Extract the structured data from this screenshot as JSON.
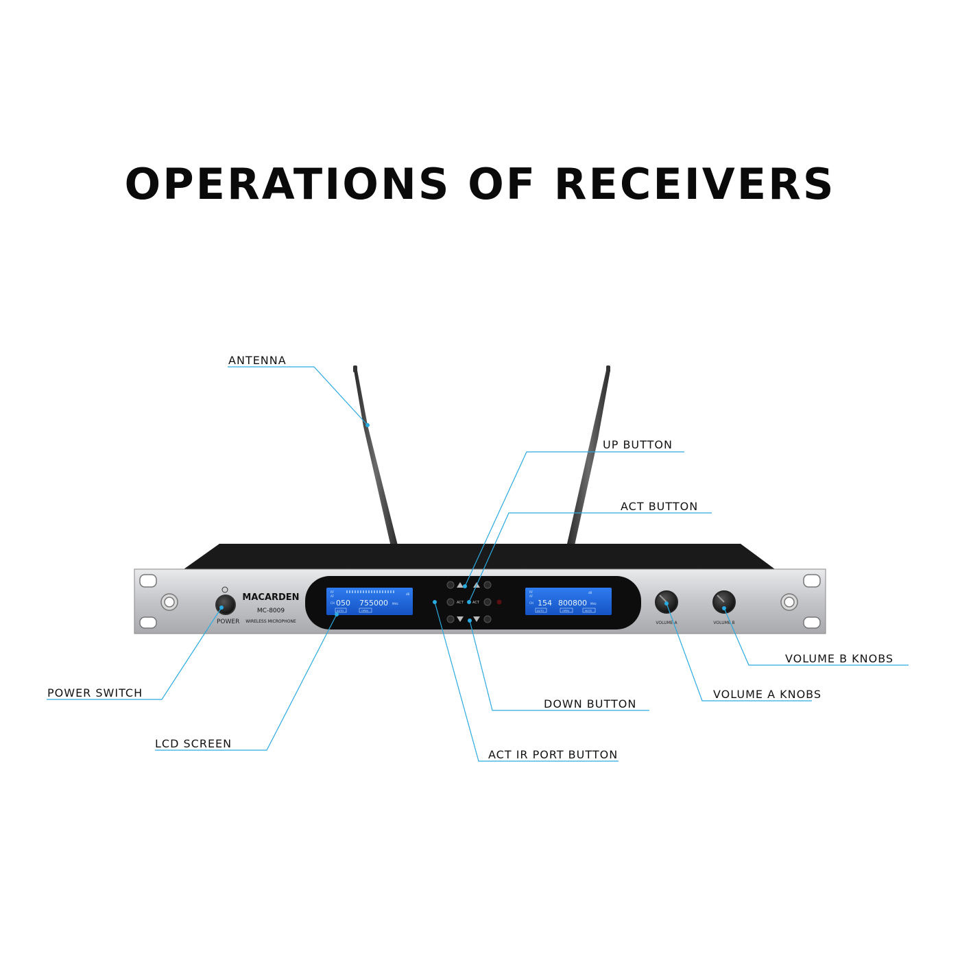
{
  "title": "OPERATIONS OF RECEIVERS",
  "device": {
    "brand": "MACARDEN",
    "model": "MC-8009",
    "subtitle": "WIRELESS MICROPHONE",
    "power_label": "POWER",
    "act_label": "ACT",
    "volume_a_label": "VOLUME A",
    "volume_b_label": "VOLUME B",
    "lcd_a": {
      "channel": "050",
      "frequency": "755000",
      "unit": "MHz",
      "status1": "AUTO",
      "status2": "OPEN",
      "rf": "RF",
      "af": "AF",
      "ch": "CH",
      "db": "dB"
    },
    "lcd_b": {
      "channel": "154",
      "frequency": "800800",
      "unit": "MHz",
      "status1": "AUTO",
      "status2": "OPEN",
      "status3": "MUTE",
      "rf": "RF",
      "af": "AF",
      "ch": "CH",
      "db": "dB"
    }
  },
  "callouts": {
    "antenna": "ANTENNA",
    "up_button": "UP BUTTON",
    "act_button": "ACT BUTTON",
    "power_switch": "POWER SWITCH",
    "lcd_screen": "LCD SCREEN",
    "down_button": "DOWN BUTTON",
    "act_ir_port_button": "ACT IR PORT BUTTON",
    "volume_a_knobs": "VOLUME A KNOBS",
    "volume_b_knobs": "VOLUME B KNOBS"
  },
  "colors": {
    "leader_line": "#29aae1",
    "lcd_blue": "#1c63d6",
    "chassis_silver": "#c9cacc",
    "title_text": "#0a0a0a"
  }
}
